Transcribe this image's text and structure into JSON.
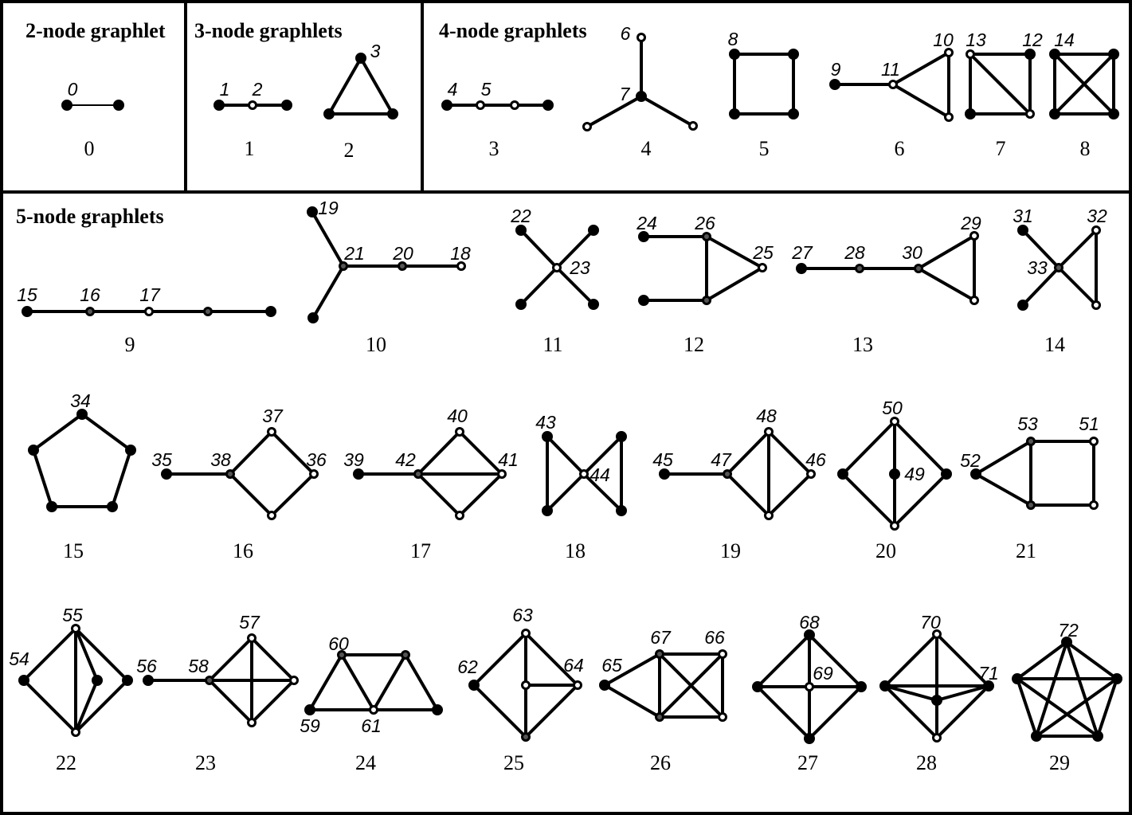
{
  "sections": {
    "two": "2-node graphlet",
    "three": "3-node graphlets",
    "four": "4-node graphlets",
    "five": "5-node graphlets"
  },
  "graphlet_labels": [
    "0",
    "1",
    "2",
    "3",
    "4",
    "5",
    "6",
    "7",
    "8",
    "9",
    "10",
    "11",
    "12",
    "13",
    "14",
    "15",
    "16",
    "17",
    "18",
    "19",
    "20",
    "21",
    "22",
    "23",
    "24",
    "25",
    "26",
    "27",
    "28",
    "29"
  ],
  "orbit_labels": [
    "0",
    "1",
    "2",
    "3",
    "4",
    "5",
    "6",
    "7",
    "8",
    "9",
    "10",
    "11",
    "12",
    "13",
    "14",
    "15",
    "16",
    "17",
    "18",
    "19",
    "20",
    "21",
    "22",
    "23",
    "24",
    "25",
    "26",
    "27",
    "28",
    "29",
    "30",
    "31",
    "32",
    "33",
    "34",
    "35",
    "36",
    "37",
    "38",
    "39",
    "40",
    "41",
    "42",
    "43",
    "44",
    "45",
    "46",
    "47",
    "48",
    "49",
    "50",
    "51",
    "52",
    "53",
    "54",
    "55",
    "56",
    "57",
    "58",
    "59",
    "60",
    "61",
    "62",
    "63",
    "64",
    "65",
    "66",
    "67",
    "68",
    "69",
    "70",
    "71",
    "72"
  ]
}
